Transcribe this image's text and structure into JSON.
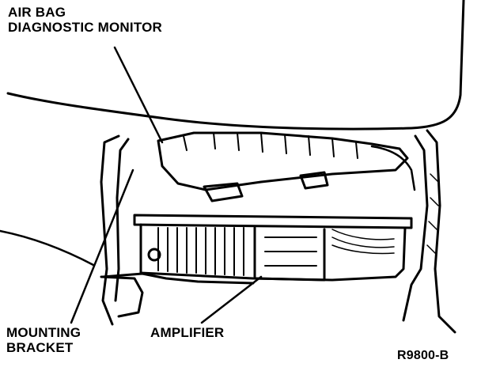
{
  "labels": {
    "airbag_monitor": [
      "AIR BAG",
      "DIAGNOSTIC MONITOR"
    ],
    "mounting_bracket": [
      "MOUNTING",
      "BRACKET"
    ],
    "amplifier": "AMPLIFIER",
    "figure_code": "R9800-B"
  },
  "colors": {
    "ink": "#000000",
    "paper": "#ffffff"
  }
}
